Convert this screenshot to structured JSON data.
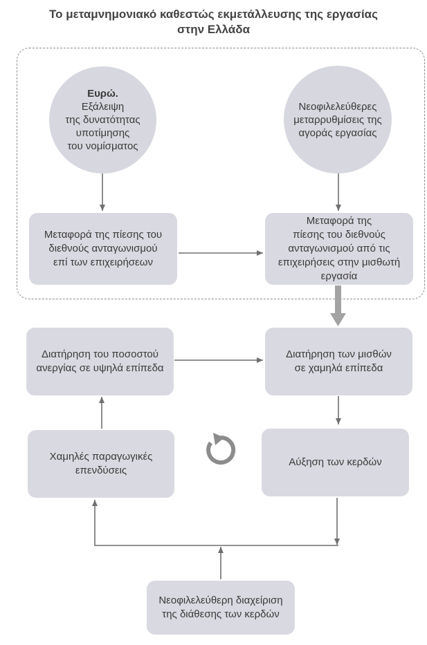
{
  "title": {
    "line1": "Το μεταμνημονιακό καθεστώς εκμετάλλευσης της εργασίας",
    "line2": "στην Ελλάδα"
  },
  "nodes": {
    "euro": {
      "bold": "Ευρώ.",
      "lines": [
        "Εξάλειψη",
        "της δυνατότητας",
        "υποτίμησης",
        "του νομίσματος"
      ]
    },
    "neolib_reforms": {
      "lines": [
        "Νεοφιλελεύθερες",
        "μεταρρυθμίσεις της",
        "αγοράς εργασίας"
      ]
    },
    "pressure_business": {
      "lines": [
        "Μεταφορά της πίεσης του",
        "διεθνούς ανταγωνισμού",
        "επί των επιχειρήσεων"
      ]
    },
    "pressure_wage": {
      "lines": [
        "Μεταφορά της",
        "πίεσης του διεθνούς",
        "ανταγωνισμού από τις",
        "επιχειρήσεις στην μισθωτή",
        "εργασία"
      ]
    },
    "unemployment": {
      "lines": [
        "Διατήρηση του ποσοστού",
        "ανεργίας σε υψηλά επίπεδα"
      ]
    },
    "low_wages": {
      "lines": [
        "Διατήρηση των μισθών",
        "σε χαμηλά επίπεδα"
      ]
    },
    "low_investment": {
      "lines": [
        "Χαμηλές παραγωγικές",
        "επενδύσεις"
      ]
    },
    "profits": {
      "lines": [
        "Αύξηση των κερδών"
      ]
    },
    "neolib_profit_mgmt": {
      "lines": [
        "Νεοφιλελεύθερη διαχείριση",
        "της διάθεσης των κερδών"
      ]
    }
  },
  "icons": {
    "cycle": "refresh-cycle-icon"
  },
  "colors": {
    "node_fill": "#d9d9e1",
    "arrow": "#6f6f6f",
    "thick_arrow": "#a3a3a3",
    "frame": "#8a8a8a"
  }
}
